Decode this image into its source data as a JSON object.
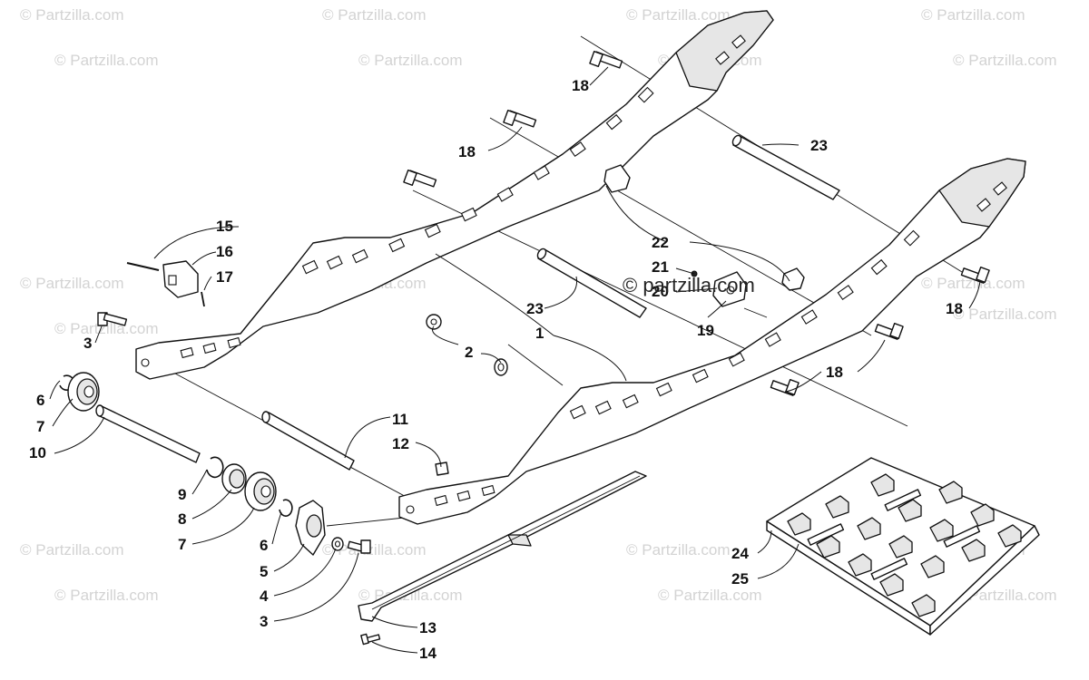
{
  "watermark": {
    "text": "© Partzilla.com",
    "center_text": "© partzilla.com"
  },
  "callouts": {
    "c1": "1",
    "c2": "2",
    "c3a": "3",
    "c3b": "3",
    "c4": "4",
    "c5": "5",
    "c6a": "6",
    "c6b": "6",
    "c7a": "7",
    "c7b": "7",
    "c8": "8",
    "c9": "9",
    "c10": "10",
    "c11": "11",
    "c12": "12",
    "c13": "13",
    "c14": "14",
    "c15": "15",
    "c16": "16",
    "c17": "17",
    "c18a": "18",
    "c18b": "18",
    "c18c": "18",
    "c18d": "18",
    "c19": "19",
    "c20": "20",
    "c21": "21",
    "c22": "22",
    "c23a": "23",
    "c23b": "23",
    "c24": "24",
    "c25": "25"
  }
}
